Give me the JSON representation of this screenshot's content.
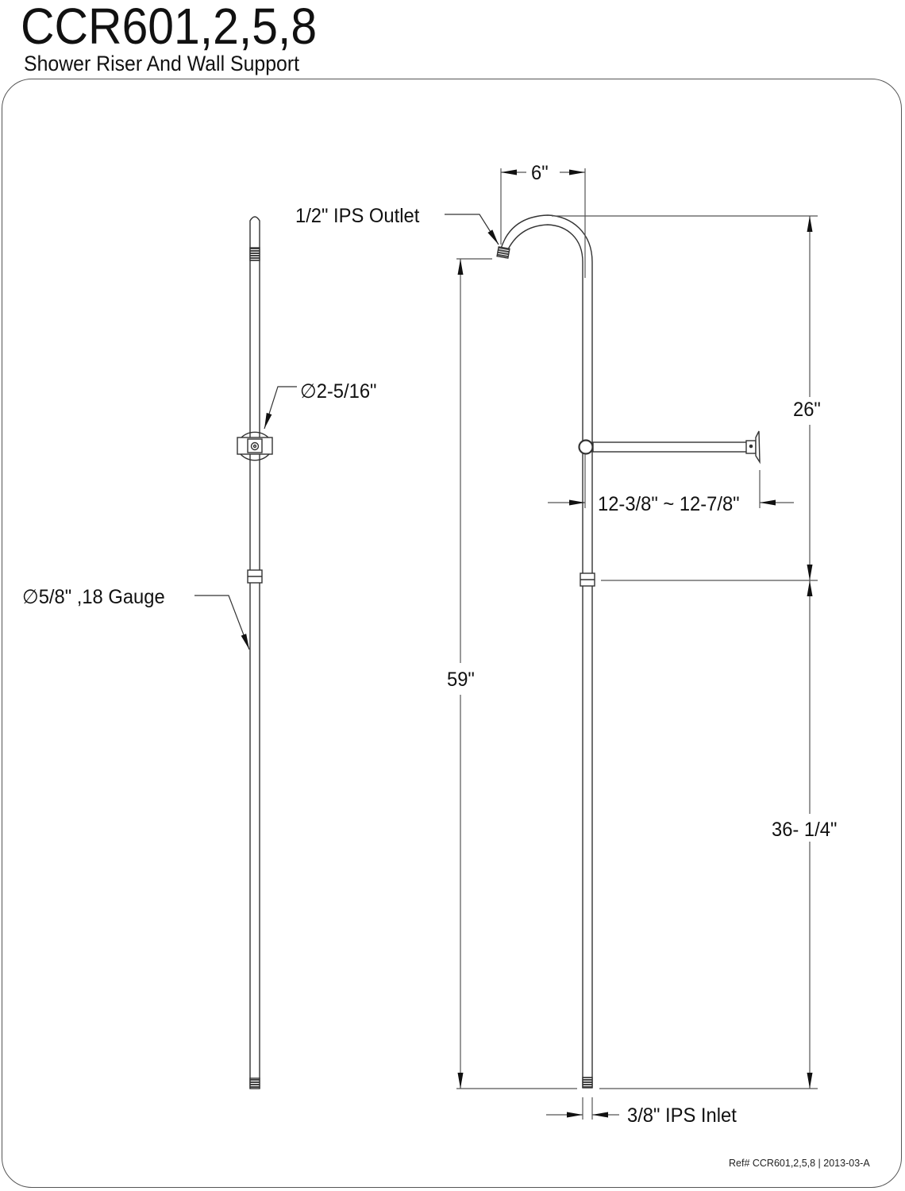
{
  "header": {
    "title": "CCR601,2,5,8",
    "subtitle": "Shower Riser And Wall Support"
  },
  "diagram": {
    "left_view": {
      "escutcheon_callout": "∅2-5/16\"",
      "pipe_callout": "∅5/8\" ,18 Gauge"
    },
    "right_view": {
      "top_width": "6\"",
      "outlet_callout": "1/2\" IPS Outlet",
      "upper_height": "26\"",
      "support_length": "12-3/8\" ~ 12-7/8\"",
      "total_height": "59\"",
      "lower_height": "36- 1/4\"",
      "inlet_callout": "3/8\" IPS Inlet"
    },
    "colors": {
      "line": "#333333",
      "thread": "#555555",
      "frame": "#555555"
    }
  },
  "footer": {
    "reference": "Ref# CCR601,2,5,8 | 2013-03-A"
  }
}
